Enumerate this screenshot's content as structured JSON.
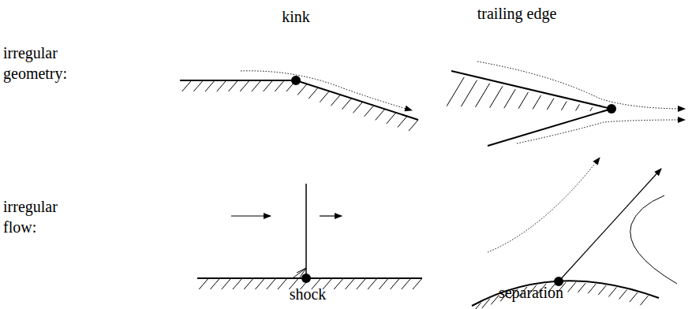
{
  "diagram": {
    "labels": [
      "kink",
      "trailing edge",
      "irregular geometry:",
      "irregular flow:",
      "shock",
      "separation"
    ]
  }
}
